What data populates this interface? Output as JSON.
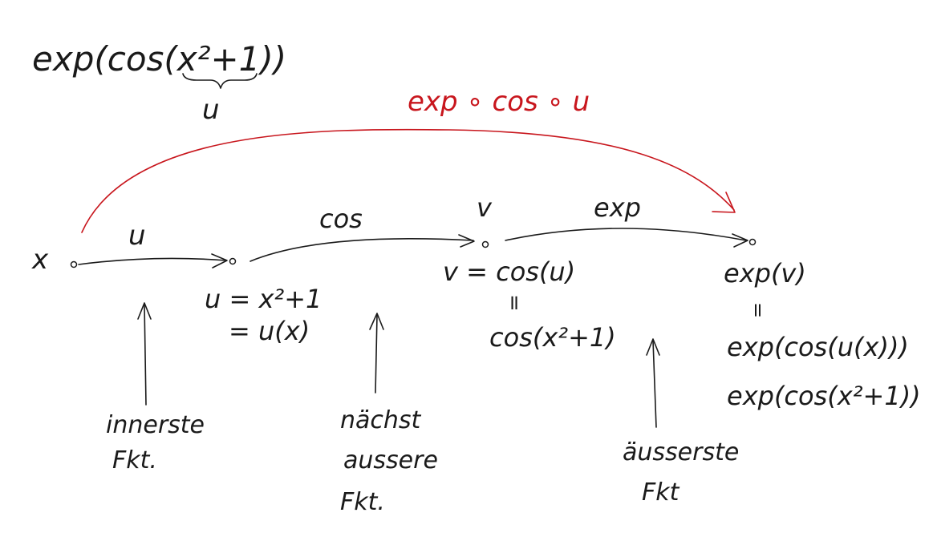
{
  "top_formula": {
    "expression": "exp(cos(x²+1))",
    "brace_label": "u"
  },
  "composition_label": "exp ∘ cos ∘ u",
  "nodes": {
    "x": {
      "label": "x"
    },
    "u": {
      "line1": "u = x²+1",
      "line2": "= u(x)"
    },
    "v": {
      "top_label": "v",
      "line1": "v = cos(u)",
      "equals": "=",
      "line2": "cos(x²+1)"
    },
    "exp": {
      "line1": "exp(v)",
      "equals": "=",
      "line2": "exp(cos(u(x)))",
      "line3": "exp(cos(x²+1))"
    }
  },
  "edges": {
    "x_to_u": "u",
    "u_to_v": "cos",
    "v_to_exp": "exp"
  },
  "annotations": {
    "inner": {
      "line1": "innerste",
      "line2": "Fkt."
    },
    "middle": {
      "line1": "nächst",
      "line2": "aussere",
      "line3": "Fkt."
    },
    "outer": {
      "line1": "äusserste",
      "line2": "Fkt"
    }
  },
  "colors": {
    "ink": "#1a1a1a",
    "red_ink": "#c8161d"
  }
}
